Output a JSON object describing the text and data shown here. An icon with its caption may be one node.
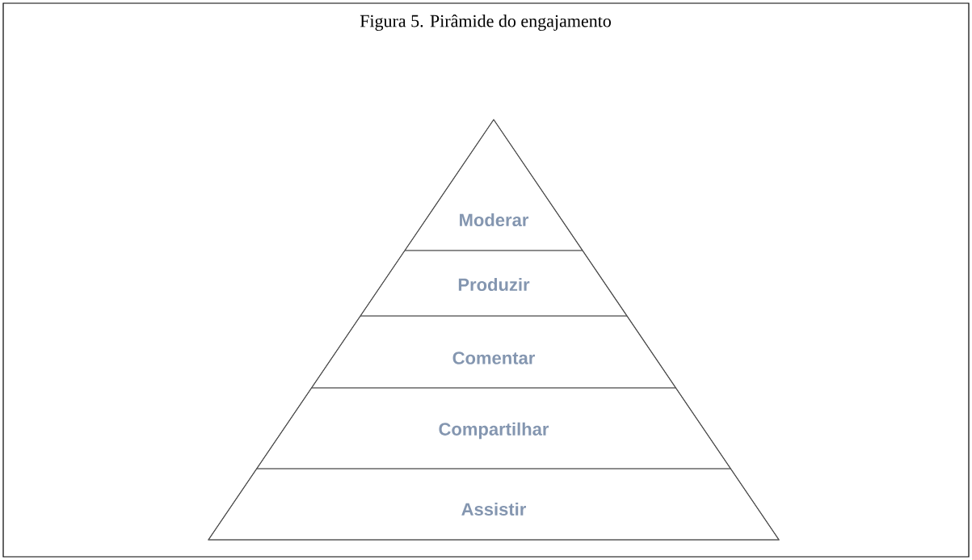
{
  "diagram": {
    "title": "Figura 5. Pirâmide do engajamento",
    "nodes": [
      {
        "text": [
          "Moderar"
        ]
      },
      {
        "text": [
          "Produzir"
        ]
      },
      {
        "text": [
          "Comentar"
        ]
      },
      {
        "text": [
          "Compartilhar"
        ]
      },
      {
        "text": [
          "Assistir"
        ]
      }
    ]
  }
}
